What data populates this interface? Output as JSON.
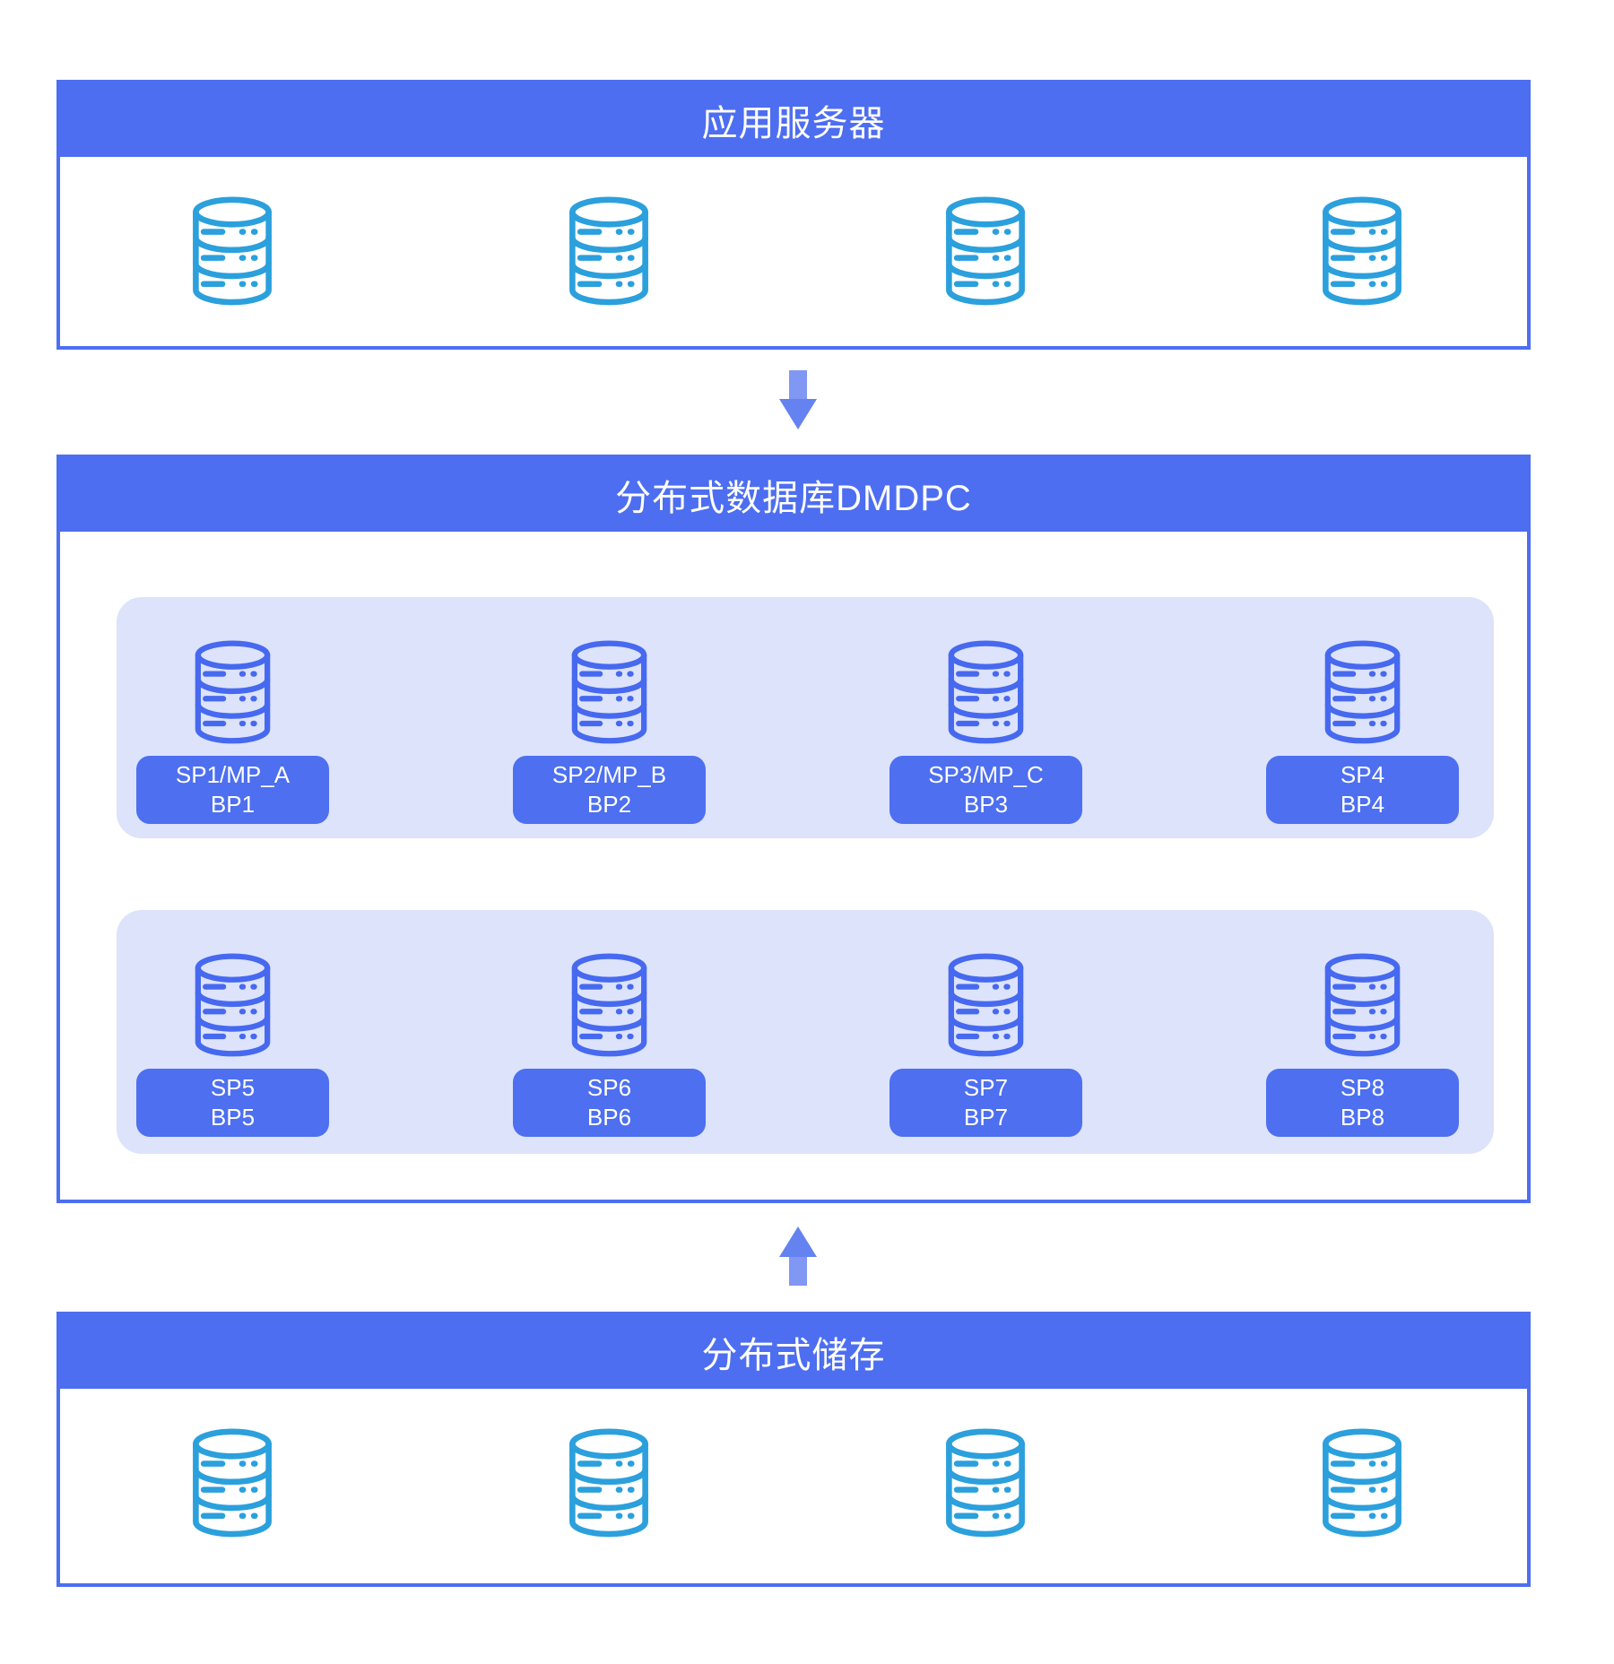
{
  "diagram": {
    "type": "distributed-database-architecture",
    "colors": {
      "primary_blue": "#4D6EF0",
      "panel_light_blue": "#DCE3FB",
      "node_label_blue": "#4D6FF0",
      "database_icon_blue": "#4769EF",
      "database_icon_cyan": "#2BA0DC",
      "arrow_blue": "#6483F1",
      "text_white": "#FFFFFF"
    },
    "app_server": {
      "title": "应用服务器",
      "icons": [
        "database-icon",
        "database-icon",
        "database-icon",
        "database-icon"
      ]
    },
    "flow_down_arrow": "arrow-down-icon",
    "dmdpc": {
      "title": "分布式数据库DMDPC",
      "rows": [
        {
          "nodes": [
            {
              "line1": "SP1/MP_A",
              "line2": "BP1",
              "icon": "database-icon"
            },
            {
              "line1": "SP2/MP_B",
              "line2": "BP2",
              "icon": "database-icon"
            },
            {
              "line1": "SP3/MP_C",
              "line2": "BP3",
              "icon": "database-icon"
            },
            {
              "line1": "SP4",
              "line2": "BP4",
              "icon": "database-icon"
            }
          ]
        },
        {
          "nodes": [
            {
              "line1": "SP5",
              "line2": "BP5",
              "icon": "database-icon"
            },
            {
              "line1": "SP6",
              "line2": "BP6",
              "icon": "database-icon"
            },
            {
              "line1": "SP7",
              "line2": "BP7",
              "icon": "database-icon"
            },
            {
              "line1": "SP8",
              "line2": "BP8",
              "icon": "database-icon"
            }
          ]
        }
      ]
    },
    "flow_up_arrow": "arrow-up-icon",
    "storage": {
      "title": "分布式储存",
      "icons": [
        "database-icon",
        "database-icon",
        "database-icon",
        "database-icon"
      ]
    }
  }
}
